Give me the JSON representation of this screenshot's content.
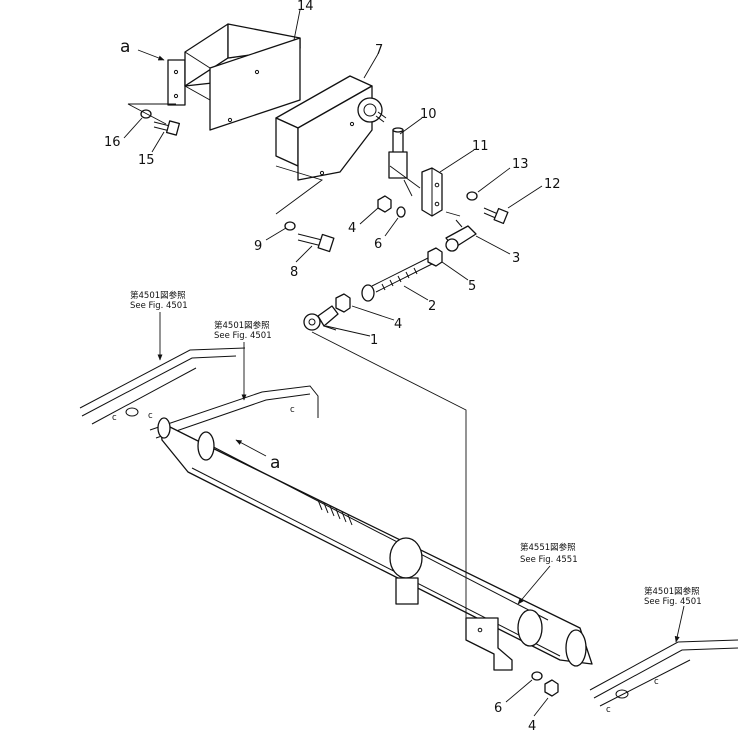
{
  "callouts": {
    "c1": "1",
    "c2": "2",
    "c3": "3",
    "c4a": "4",
    "c4b": "4",
    "c4c": "4",
    "c5": "5",
    "c6a": "6",
    "c6b": "6",
    "c7": "7",
    "c8": "8",
    "c9": "9",
    "c10": "10",
    "c11": "11",
    "c12": "12",
    "c13": "13",
    "c14": "14",
    "c15": "15",
    "c16": "16"
  },
  "view_marks": {
    "top": "a",
    "middle": "a"
  },
  "references": {
    "r1": {
      "jp": "第4501図参照",
      "en": "See Fig. 4501"
    },
    "r2": {
      "jp": "第4501図参照",
      "en": "See Fig. 4501"
    },
    "r3": {
      "jp": "第4551図参照",
      "en": "See Fig. 4551"
    },
    "r4": {
      "jp": "第4501図参照",
      "en": "See Fig. 4501"
    }
  }
}
